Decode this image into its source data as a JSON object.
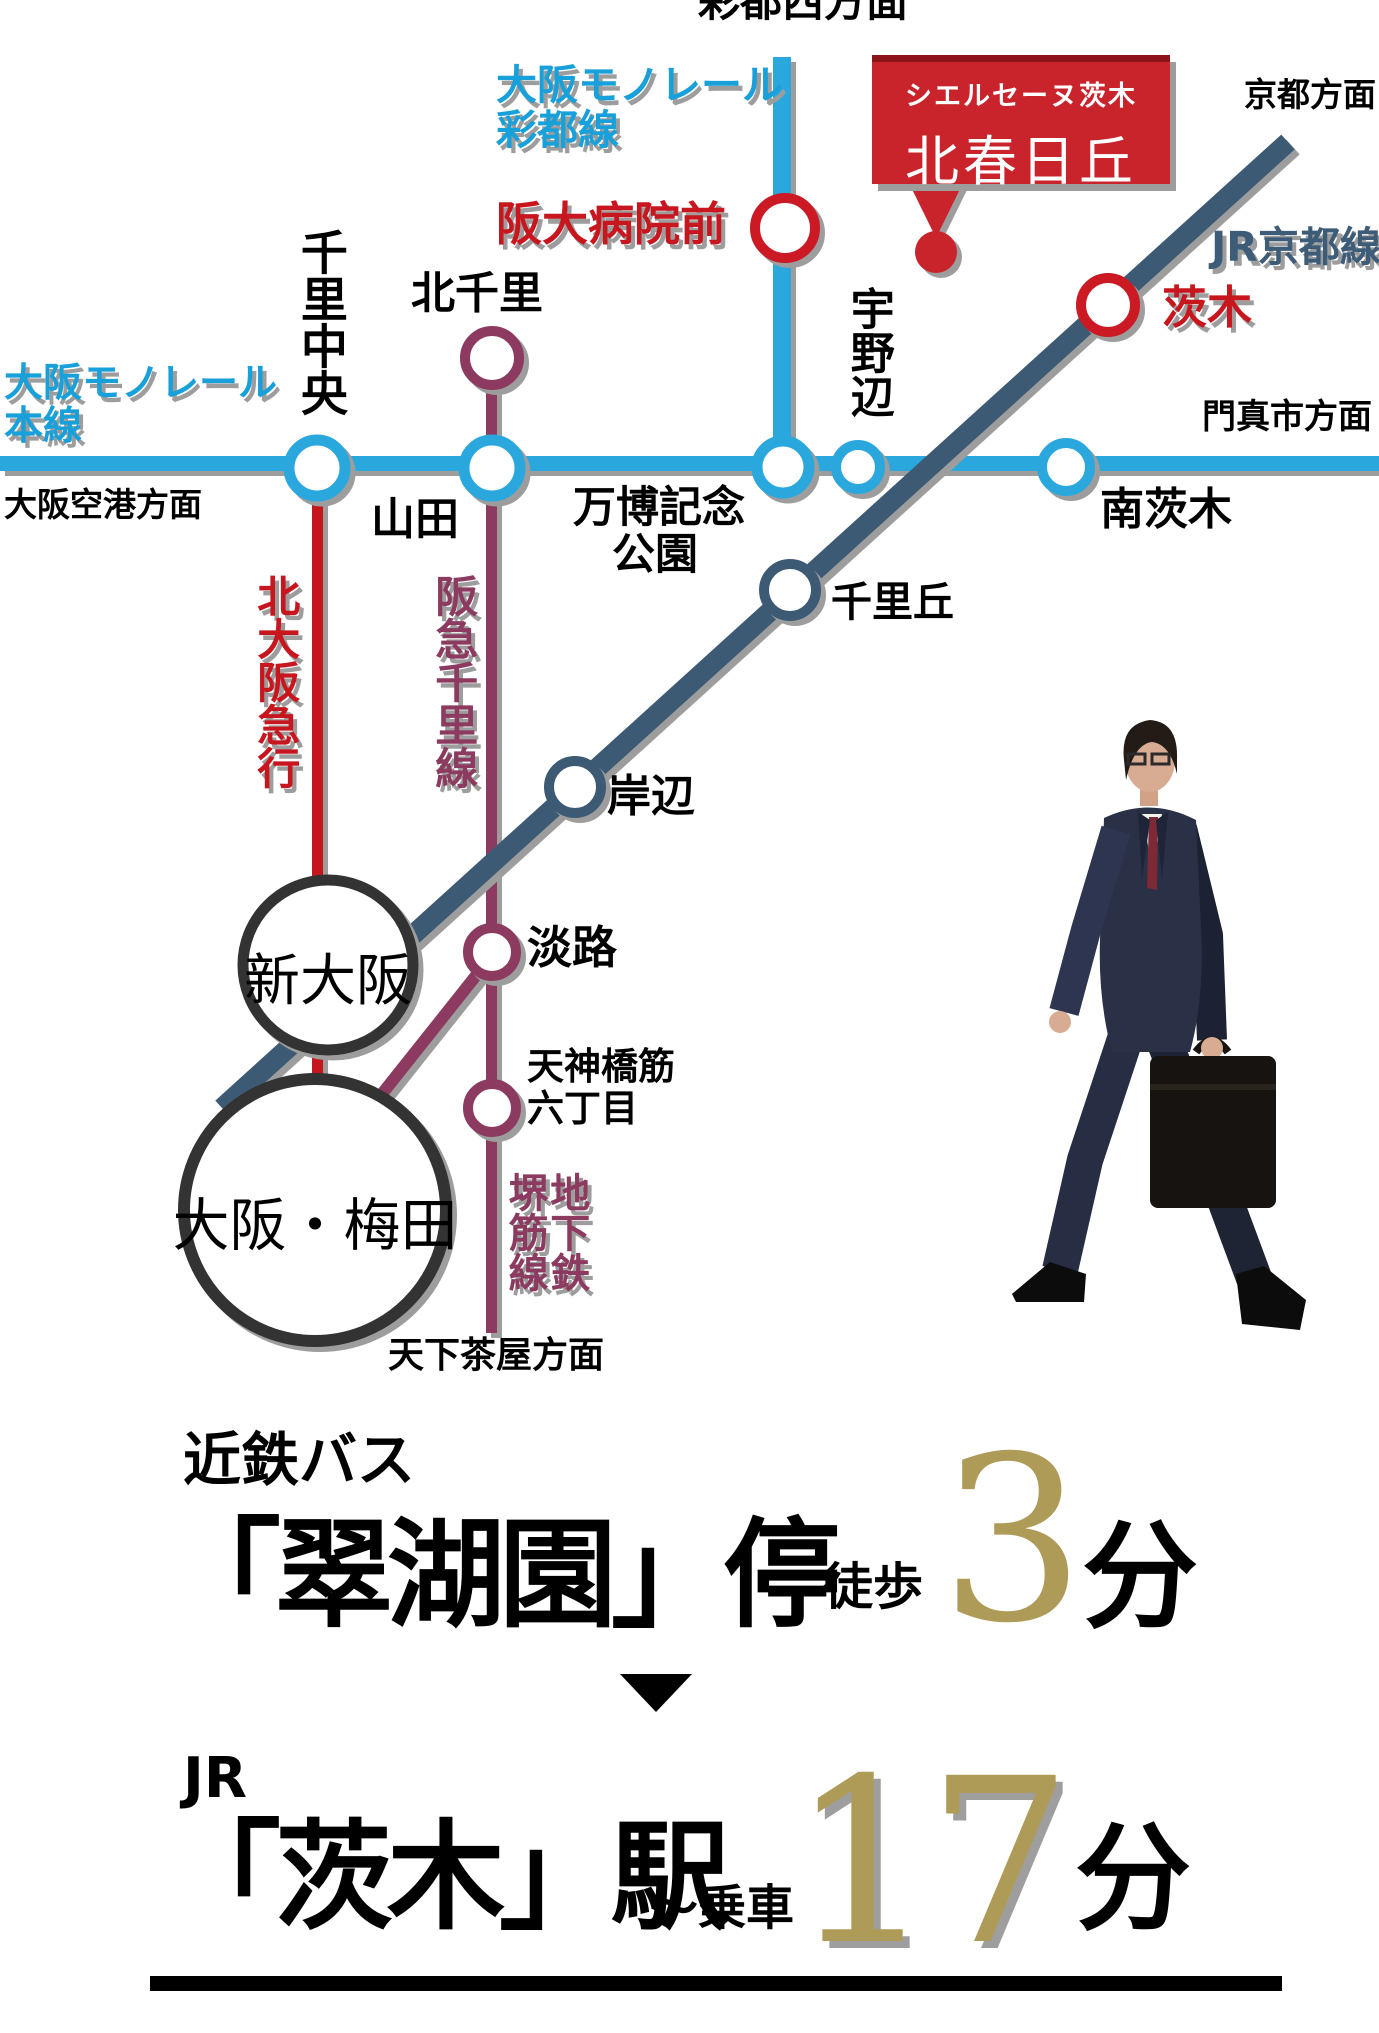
{
  "map": {
    "direction_saito_nishi": "彩都西方面",
    "monorail_saito_l1": "大阪モノレール",
    "monorail_saito_l2": "彩都線",
    "station_handai_byoin_mae": "阪大病院前",
    "direction_kyoto": "京都方面",
    "line_jr_kyoto": "JR京都線",
    "station_ibaraki": "茨木",
    "direction_kadoma": "門真市方面",
    "monorail_main_l1": "大阪モノレール",
    "monorail_main_l2": "本線",
    "direction_osaka_airport": "大阪空港方面",
    "station_senri_chuo": "千里中央",
    "station_kita_senri": "北千里",
    "station_yamada": "山田",
    "station_banpaku_l1": "万博記念",
    "station_banpaku_l2": "公園",
    "station_unobe": "宇野辺",
    "station_minami_ibaraki": "南茨木",
    "station_senrioka": "千里丘",
    "station_kishibe": "岸辺",
    "line_kita_osaka_kyuko": "北大阪急行",
    "line_hankyu_senri": "阪急千里線",
    "station_awaji": "淡路",
    "station_tenroku_l1": "天神橋筋",
    "station_tenroku_l2": "六丁目",
    "line_sakaisuji": "地下鉄堺筋線",
    "direction_tengachaya": "天下茶屋方面",
    "station_shin_osaka": "新大阪",
    "station_osaka_umeda": "大阪・梅田"
  },
  "callout": {
    "brand": "シエルセーヌ茨木",
    "name": "北春日丘"
  },
  "access": {
    "bus_operator": "近鉄バス",
    "bus_stop": "「翠湖園」停",
    "bus_mode": "徒歩",
    "bus_minutes": "3",
    "bus_unit": "分",
    "train_operator": "JR",
    "train_station": "「茨木」駅",
    "train_mode": "～乗車",
    "train_minutes": "17",
    "train_unit": "分"
  },
  "colors": {
    "monorail_blue": "#2aa8de",
    "jr_slate": "#3d5a74",
    "hankyu_plum": "#8c3a5f",
    "kyuko_red": "#c4161c",
    "highlight_red": "#c9242c",
    "gold": "#af9b58"
  }
}
